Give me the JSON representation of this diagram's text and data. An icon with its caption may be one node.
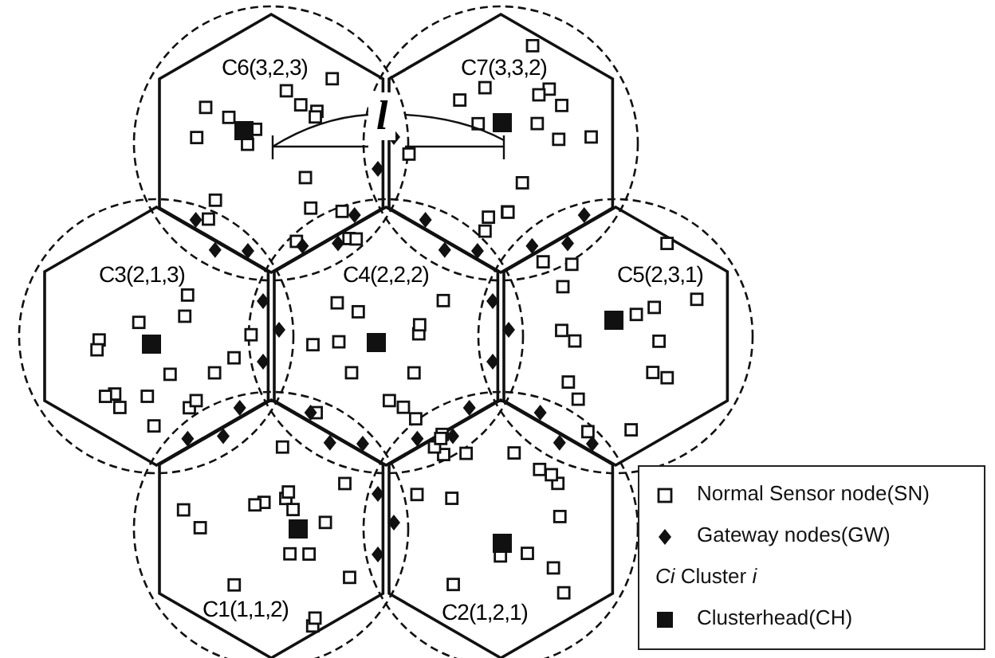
{
  "diagram": {
    "nodes": [
      {
        "text": [
          "C6(3,2,3)"
        ]
      },
      {
        "text": [
          "C7(3,3,2)"
        ]
      },
      {
        "text": [
          "C3(2,1,3)"
        ]
      },
      {
        "text": [
          "C4(2,2,2)"
        ]
      },
      {
        "text": [
          "C5(2,3,1)"
        ]
      },
      {
        "text": [
          "C1(1,1,2)"
        ]
      },
      {
        "text": [
          "C2(1,2,1)"
        ]
      }
    ],
    "edges": [],
    "labels": [
      "l"
    ],
    "legend": [
      {
        "text": "Normal Sensor node(SN)"
      },
      {
        "text": "Gateway nodes(GW)"
      },
      {
        "text": "*Ci* Cluster *i*"
      },
      {
        "text": "Clusterhead(CH)"
      }
    ]
  }
}
